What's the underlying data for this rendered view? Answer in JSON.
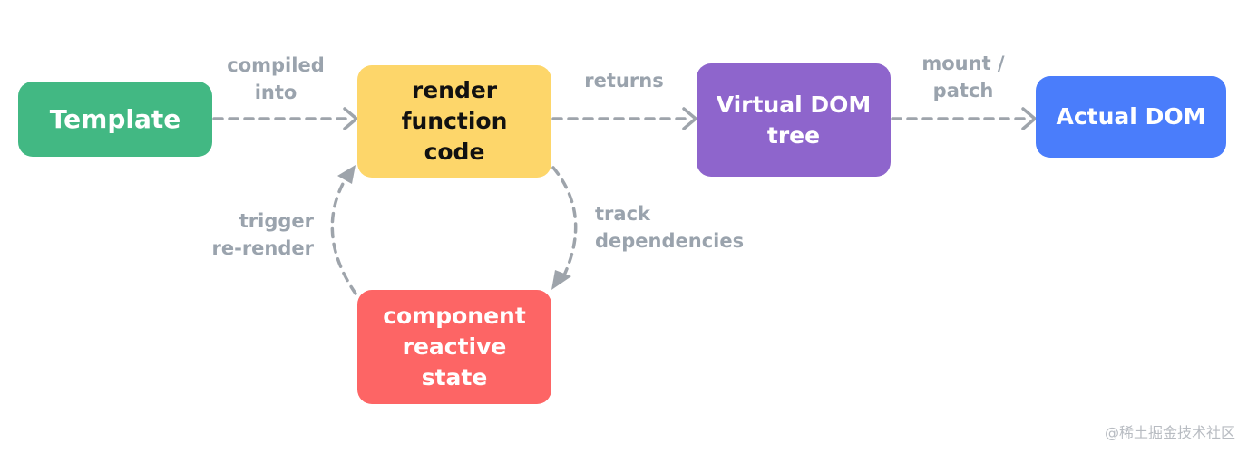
{
  "nodes": {
    "template": "Template",
    "render_function": "render\nfunction\ncode",
    "virtual_dom": "Virtual DOM\ntree",
    "actual_dom": "Actual DOM",
    "component_state": "component\nreactive\nstate"
  },
  "edge_labels": {
    "compiled_into": "compiled\ninto",
    "returns": "returns",
    "mount_patch": "mount /\npatch",
    "track_dependencies": "track\ndependencies",
    "trigger_rerender": "trigger\nre-render"
  },
  "colors": {
    "template": "#42b883",
    "render_function": "#fdd66a",
    "virtual_dom": "#8e65cc",
    "actual_dom": "#4a7dfb",
    "component_state": "#fd6565",
    "arrow": "#9ea4ab",
    "label": "#9aa3ad"
  },
  "watermark": "@稀土掘金技术社区"
}
